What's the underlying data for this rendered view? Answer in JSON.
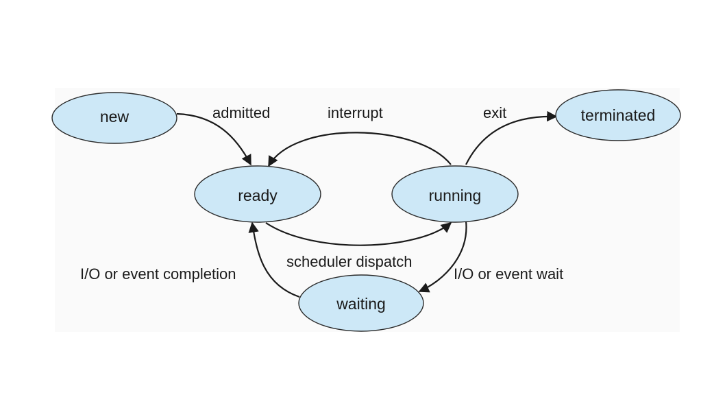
{
  "states": {
    "new": "new",
    "ready": "ready",
    "running": "running",
    "waiting": "waiting",
    "terminated": "terminated"
  },
  "transitions": {
    "admitted": "admitted",
    "interrupt": "interrupt",
    "exit": "exit",
    "scheduler_dispatch": "scheduler dispatch",
    "io_event_completion": "I/O or event completion",
    "io_event_wait": "I/O or event wait"
  },
  "colors": {
    "state_fill": "#cde8f7",
    "outline": "#2a2a2a",
    "text": "#1a1a1a"
  }
}
